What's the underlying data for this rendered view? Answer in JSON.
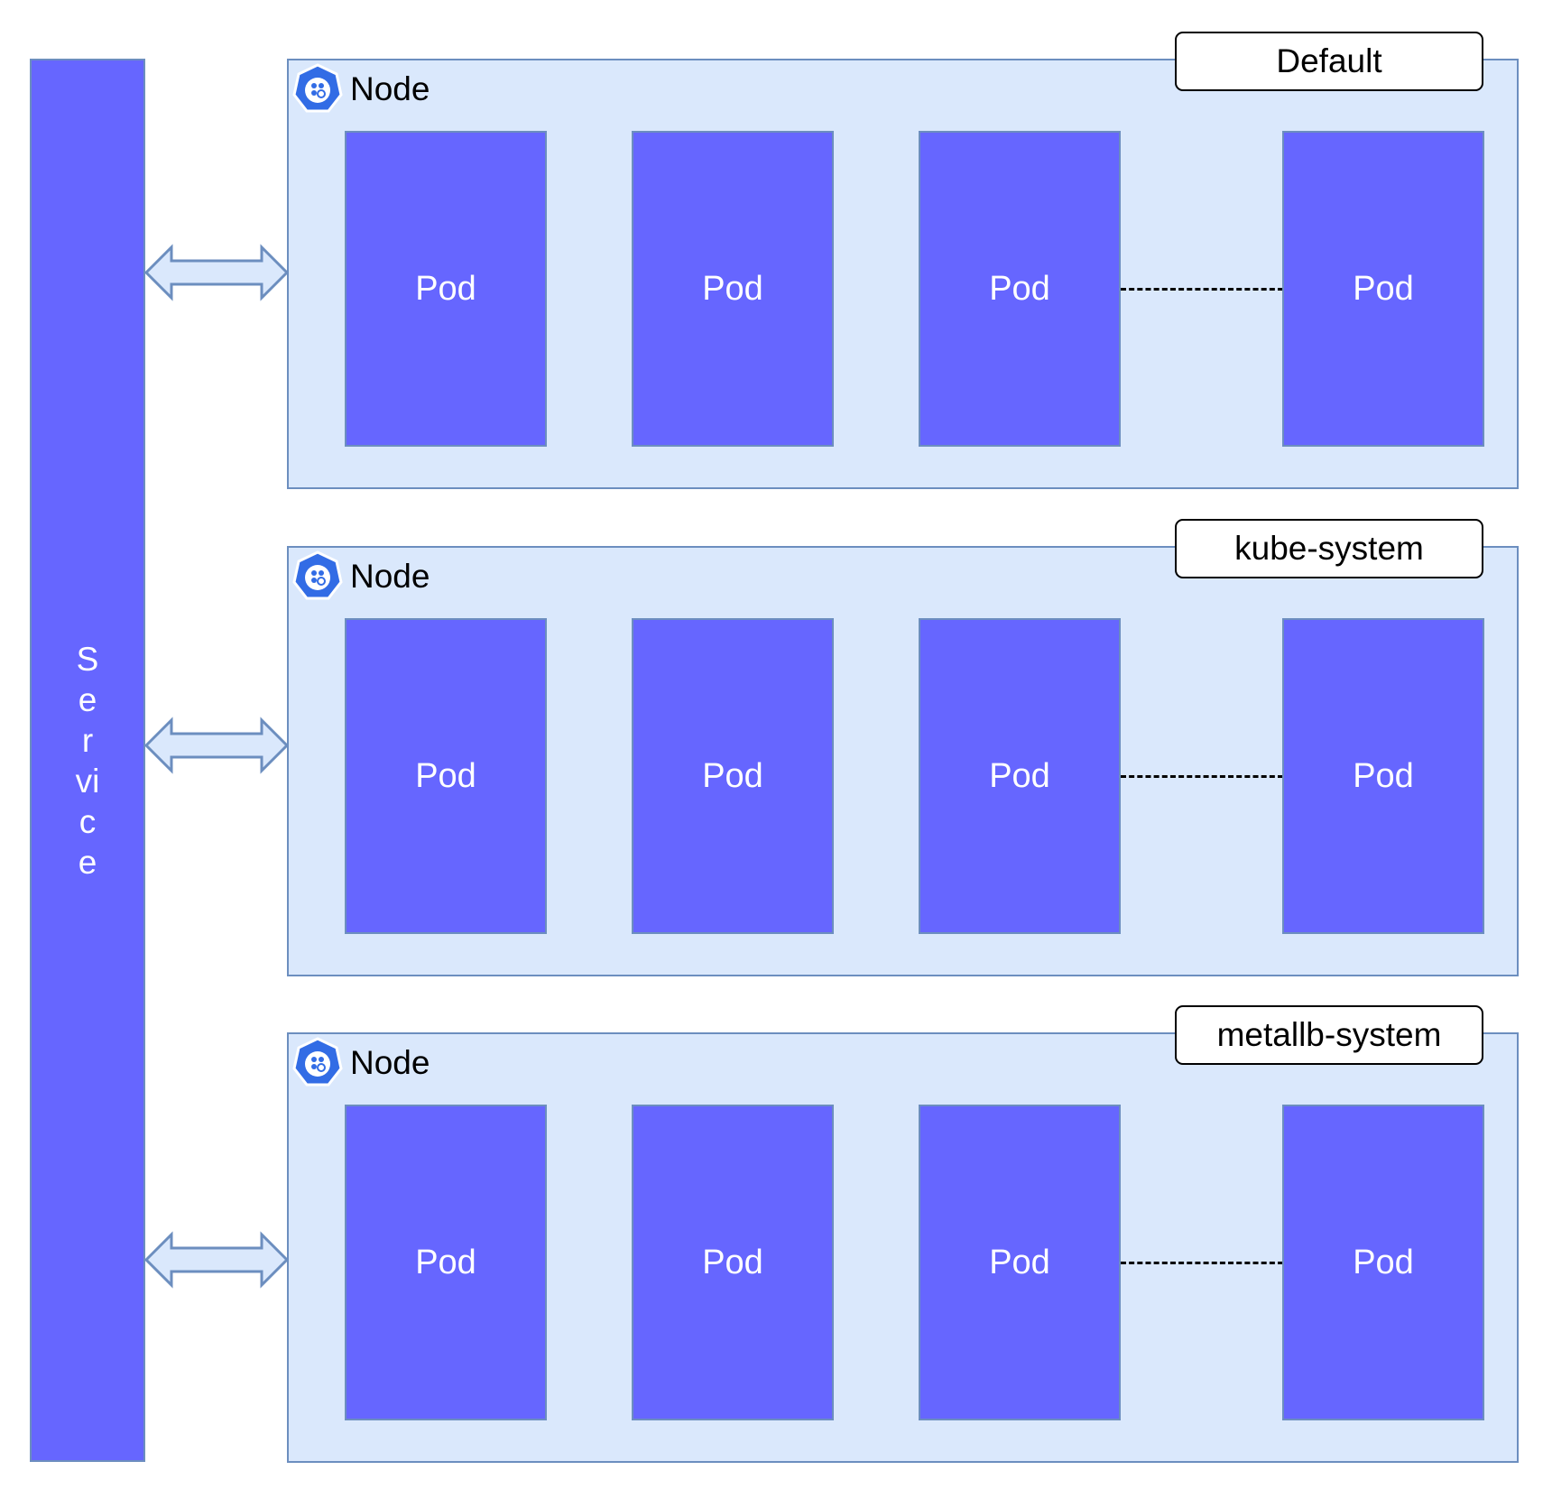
{
  "service": {
    "label": "Service"
  },
  "nodes": [
    {
      "title": "Node",
      "namespace": "Default",
      "pods": [
        "Pod",
        "Pod",
        "Pod",
        "Pod"
      ]
    },
    {
      "title": "Node",
      "namespace": "kube-system",
      "pods": [
        "Pod",
        "Pod",
        "Pod",
        "Pod"
      ]
    },
    {
      "title": "Node",
      "namespace": "metallb-system",
      "pods": [
        "Pod",
        "Pod",
        "Pod",
        "Pod"
      ]
    }
  ],
  "colors": {
    "pod_fill": "#6666ff",
    "node_fill": "#dae8fc",
    "border": "#6c8ebf",
    "k8s_blue": "#326ce5"
  },
  "icons": {
    "node_icon": "kubernetes-node-icon",
    "link_arrow": "double-arrow-icon"
  }
}
